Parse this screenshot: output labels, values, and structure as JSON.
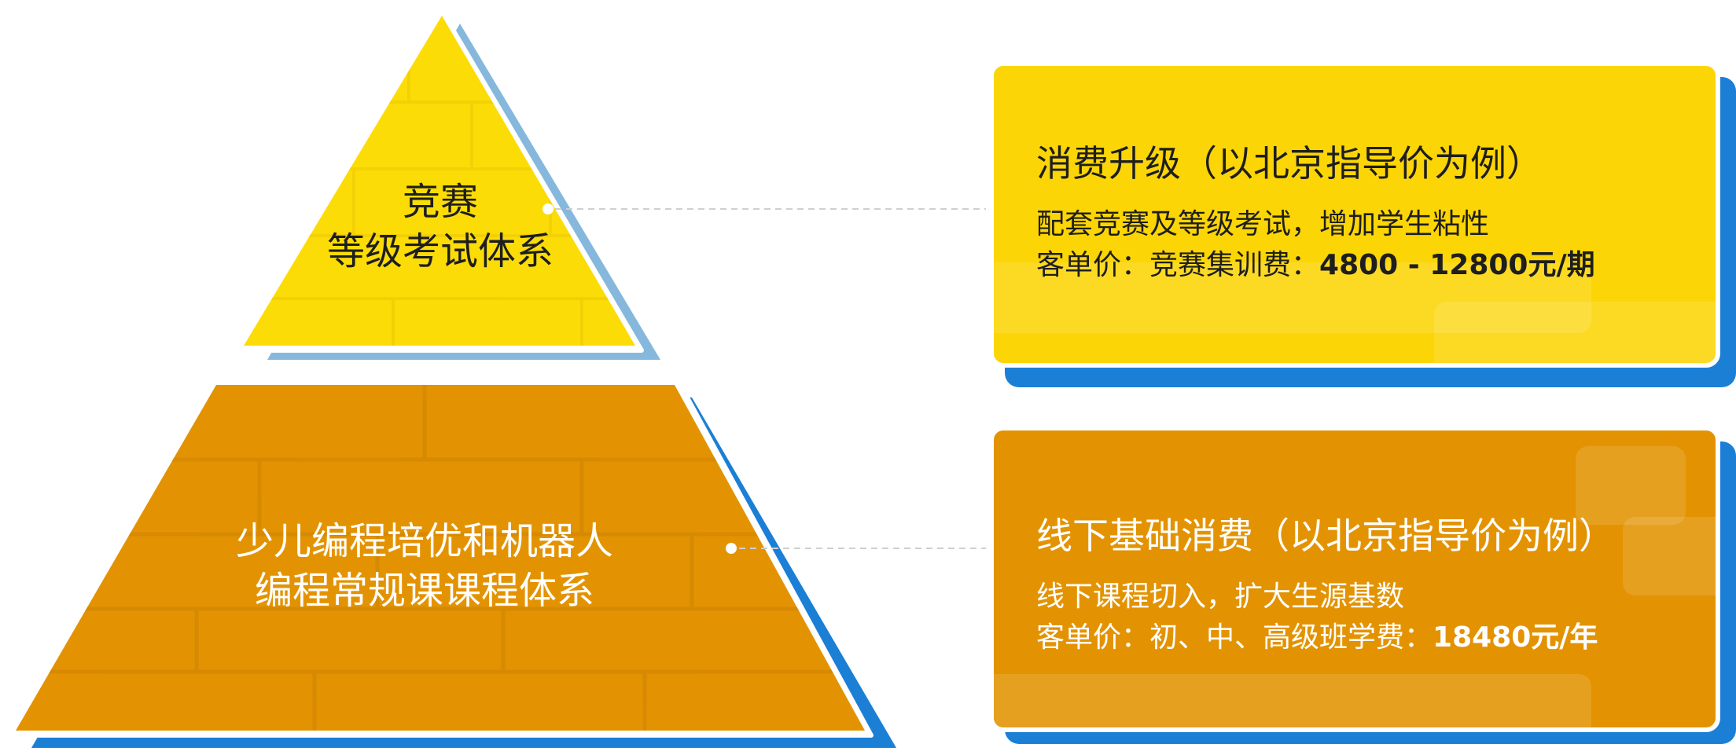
{
  "pyramid": {
    "top_tier": {
      "lines": [
        "竞赛",
        "等级考试体系"
      ],
      "color": "#fcdc07",
      "text_color": "#1e1e1e"
    },
    "bottom_tier": {
      "lines": [
        "少儿编程培优和机器人",
        "编程常规课课程体系"
      ],
      "color": "#e39302",
      "text_color": "#ffffff"
    },
    "shadow_color_top": "#86b8dd",
    "shadow_color_bottom": "#1b7fd6"
  },
  "cards": {
    "top": {
      "title": "消费升级（以北京指导价为例）",
      "line1": "配套竞赛及等级考试，增加学生粘性",
      "line2_prefix": "客单价：竞赛集训费：",
      "line2_value": "4800 - 12800元/期",
      "color": "#fcd506"
    },
    "bottom": {
      "title": "线下基础消费（以北京指导价为例）",
      "line1": "线下课程切入，扩大生源基数",
      "line2_prefix": "客单价：初、中、高级班学费：",
      "line2_value": "18480元/年",
      "color": "#e39302"
    },
    "shadow_color": "#1b7fd6"
  }
}
